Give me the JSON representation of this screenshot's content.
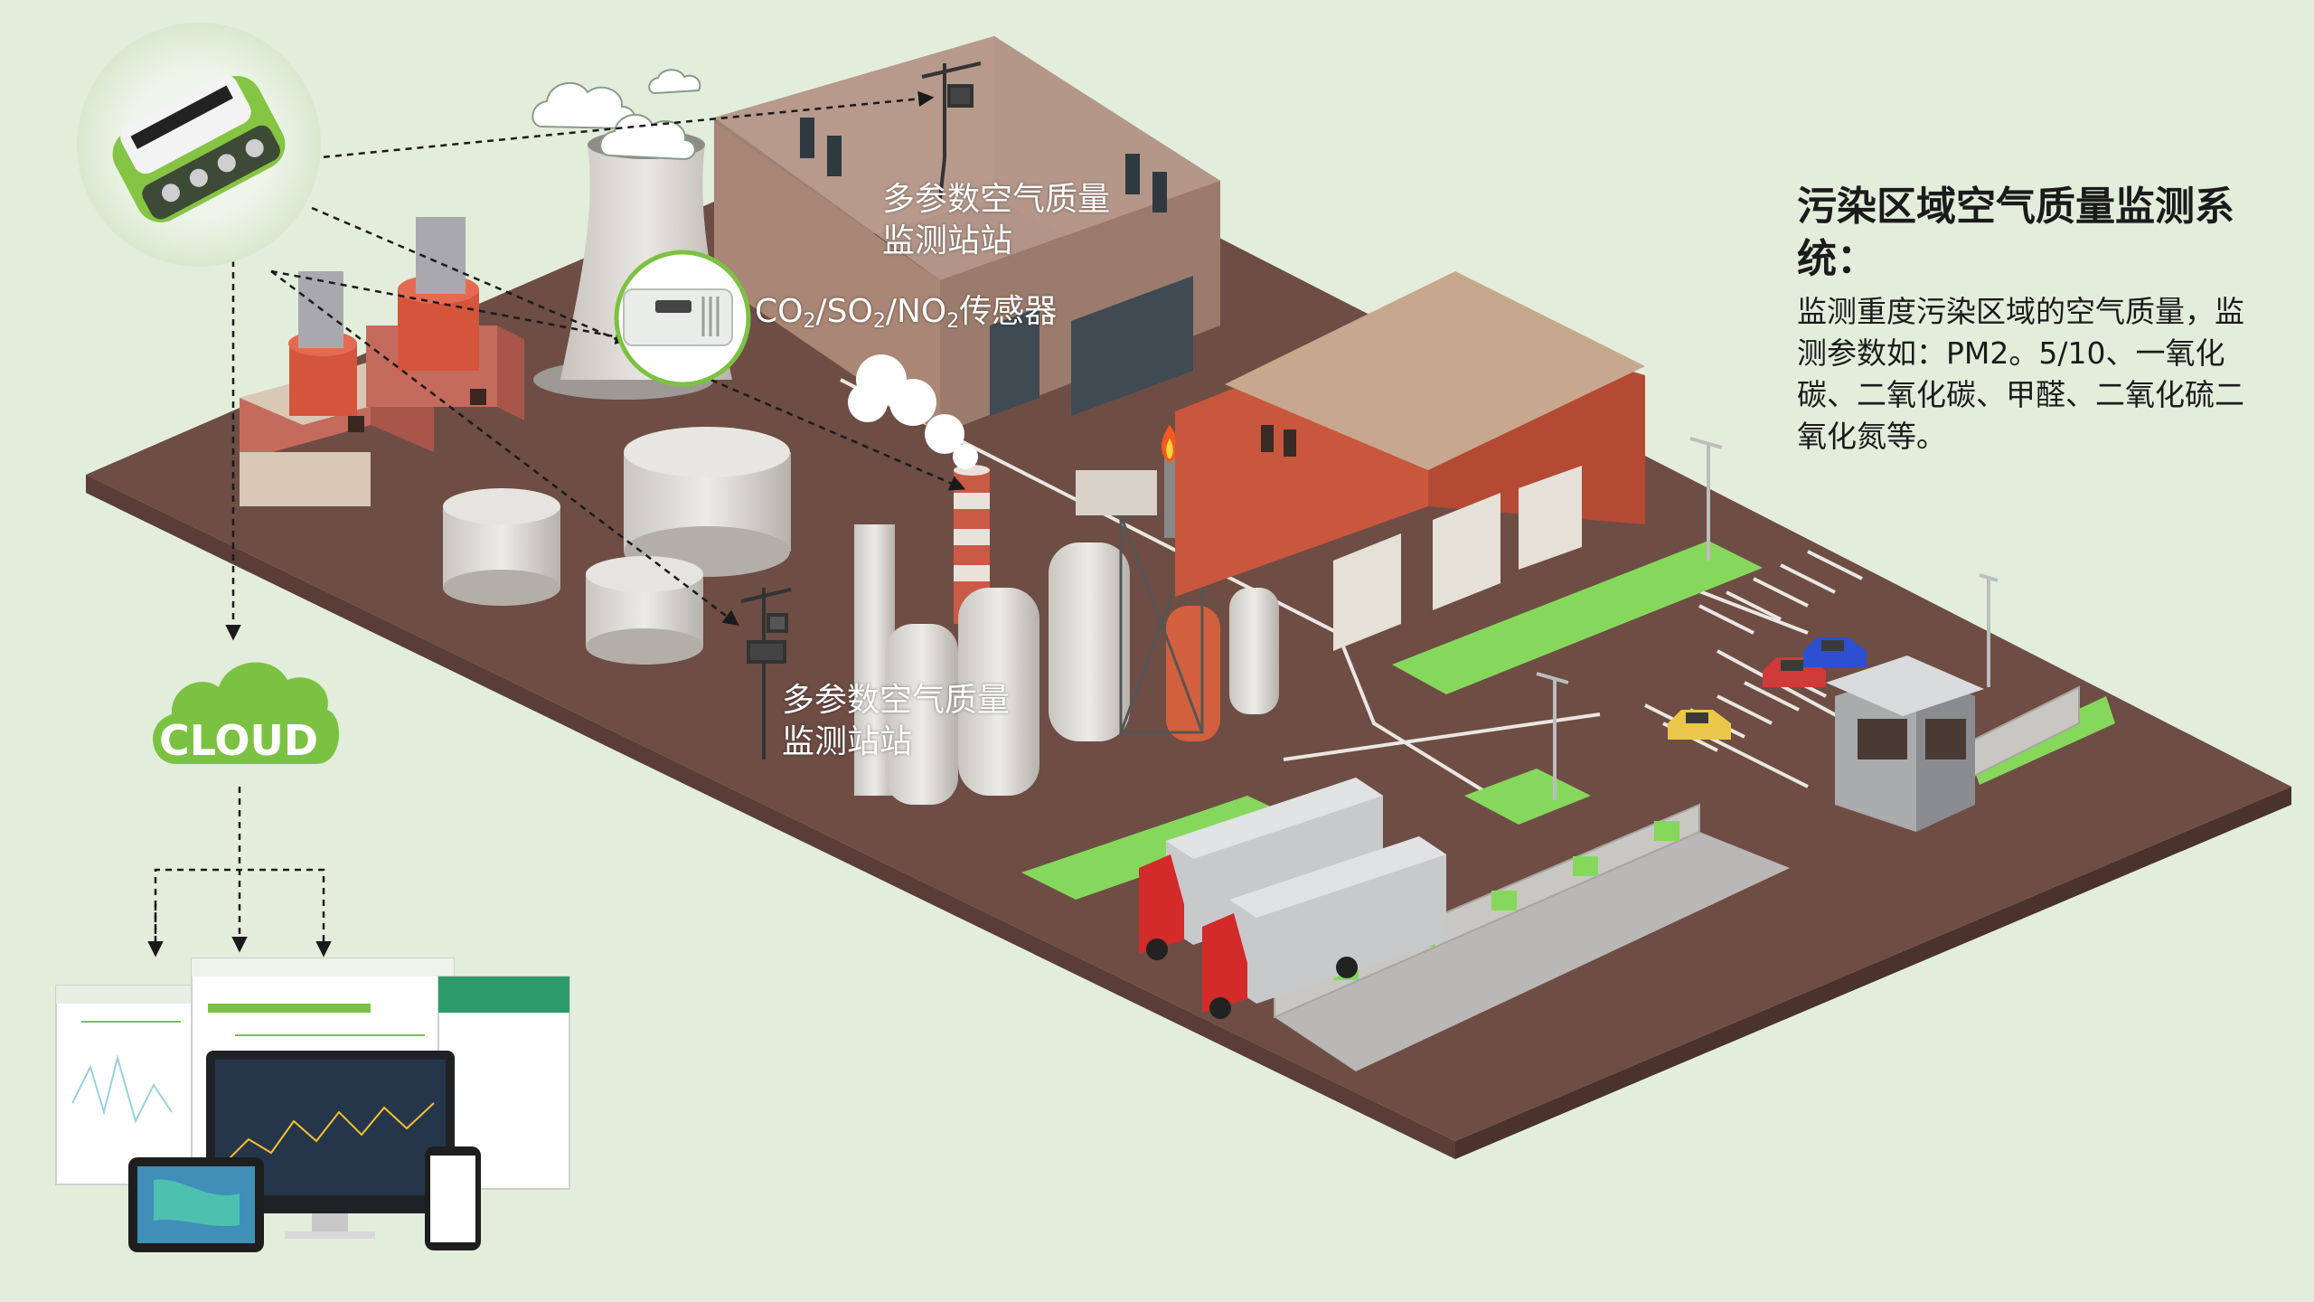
{
  "info": {
    "title": "污染区域空气质量监测系统：",
    "body": "监测重度污染区域的空气质量，监测参数如：PM2。5/10、一氧化碳、二氧化碳、甲醛、二氧化硫二氧化氮等。"
  },
  "labels": {
    "station_top": "多参数空气质量监测站站",
    "station_mid": "多参数空气质量监测站站",
    "sensor_parts": [
      "CO",
      "2",
      "/SO",
      "2",
      "/NO",
      "2",
      "传感器"
    ]
  },
  "cloud": {
    "text": "CLOUD"
  },
  "colors": {
    "accent_green": "#7cc242",
    "ground": "#6e4d45",
    "background": "#e2eedb",
    "lawn": "#86d85c"
  }
}
